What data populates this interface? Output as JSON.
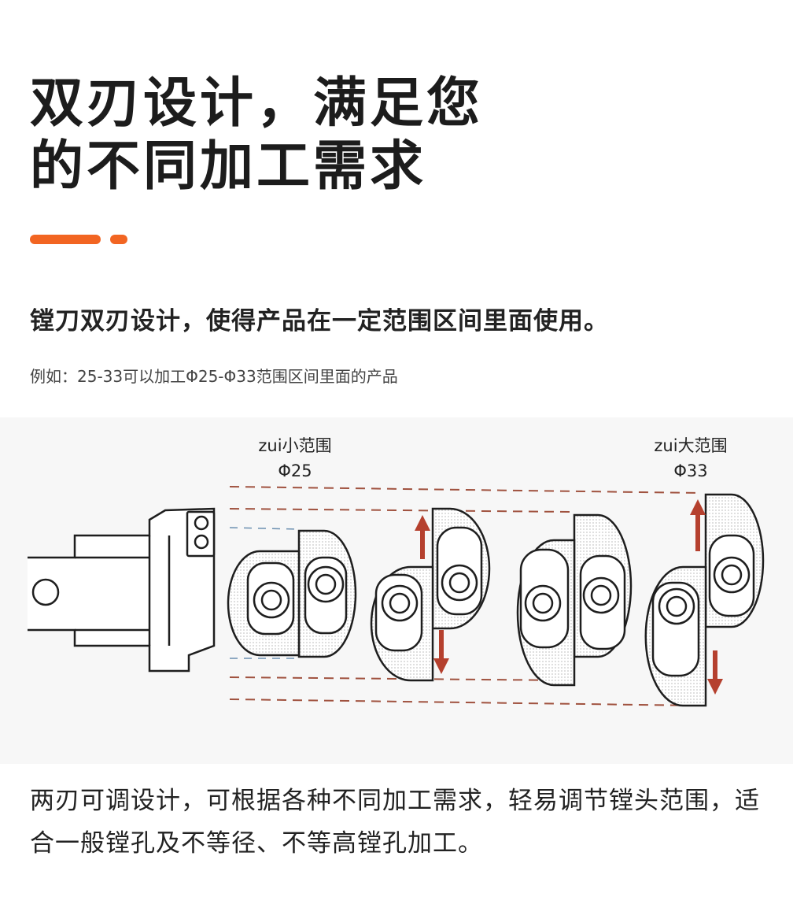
{
  "header": {
    "title_line1": "双刃设计，满足您",
    "title_line2": "的不同加工需求",
    "accent_color": "#f26522"
  },
  "intro": {
    "subtitle": "镗刀双刃设计，使得产品在一定范围区间里面使用。",
    "example": "例如：25-33可以加工Φ25-Φ33范围区间里面的产品"
  },
  "figure": {
    "min_range_label": "zui小范围",
    "min_range_value": "Φ25",
    "max_range_label": "zui大范围",
    "max_range_value": "Φ33",
    "arrow_color": "#b5402e",
    "guide_line_color": "#a0523f"
  },
  "footer": {
    "description": "两刃可调设计，可根据各种不同加工需求，轻易调节镗头范围，适合一般镗孔及不等径、不等高镗孔加工。"
  }
}
